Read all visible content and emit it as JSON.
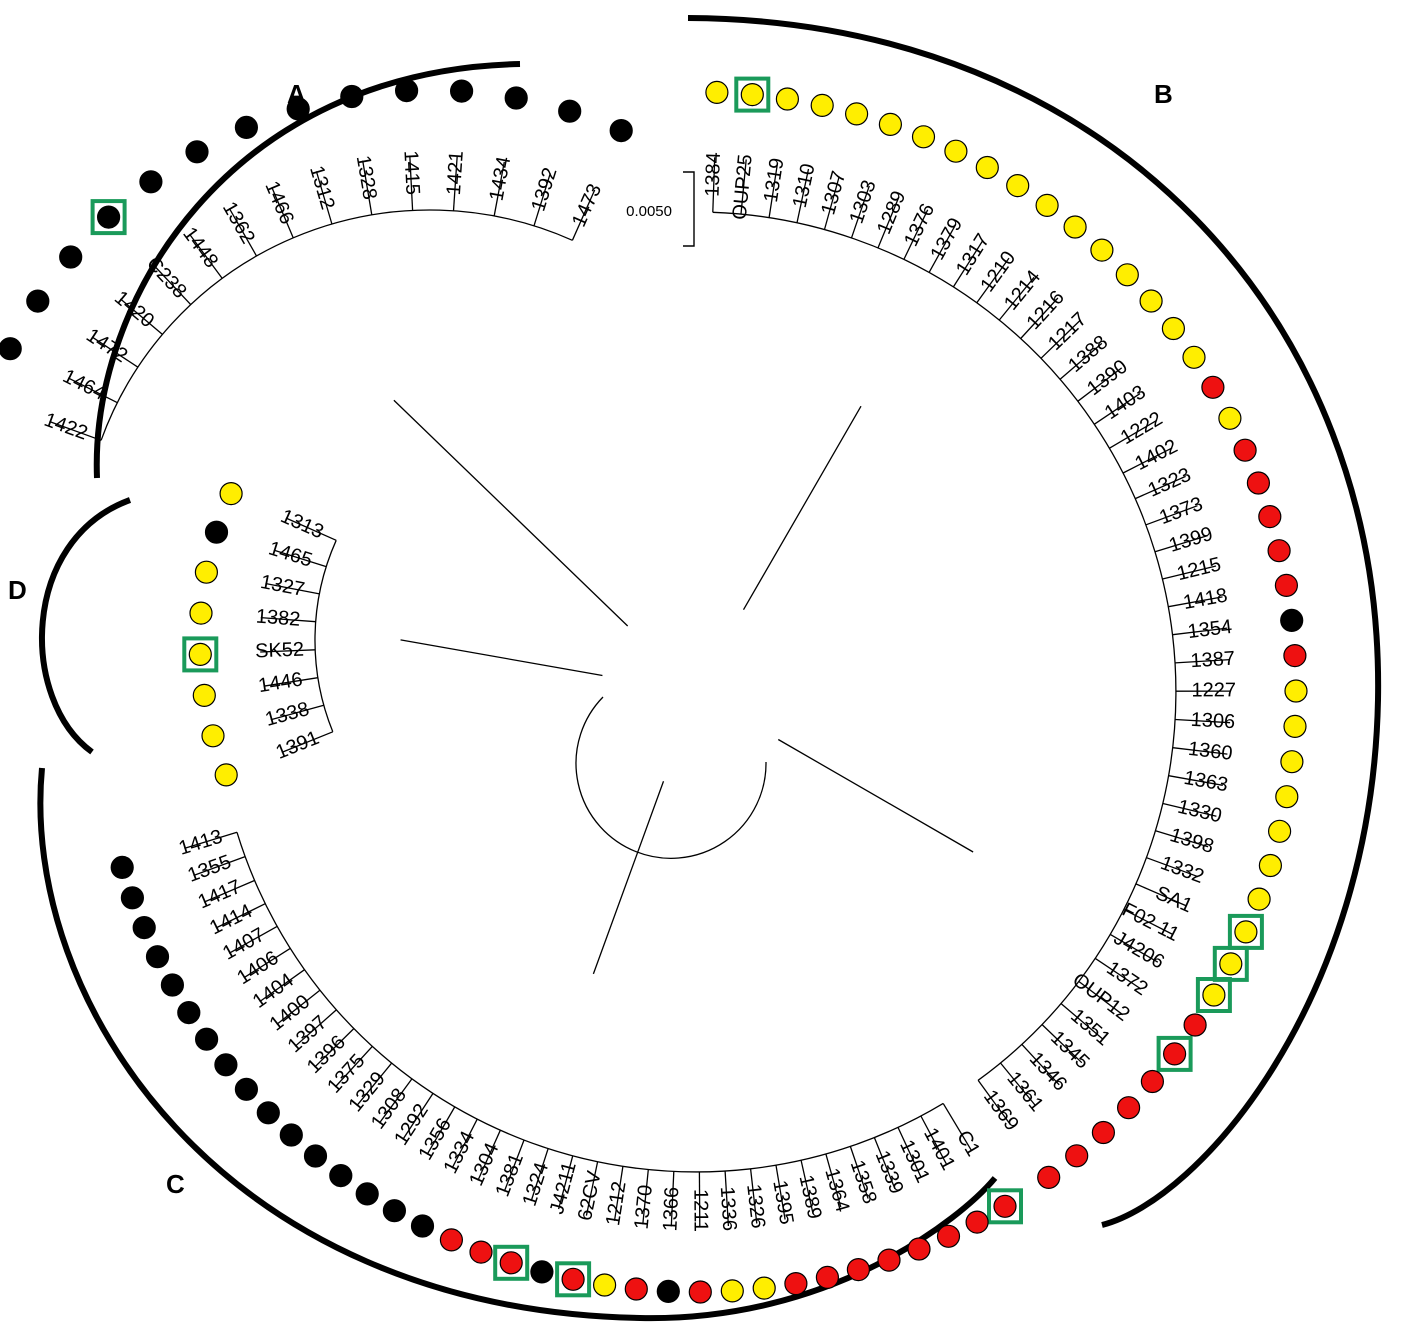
{
  "colors": {
    "yellow": "#ffee00",
    "red": "#ee1111",
    "black": "#000000",
    "box": "#1a9a5a"
  },
  "scale_bar": {
    "label": "0.0050"
  },
  "clades": [
    {
      "id": "A",
      "label": "A"
    },
    {
      "id": "B",
      "label": "B"
    },
    {
      "id": "C",
      "label": "C"
    },
    {
      "id": "D",
      "label": "D"
    }
  ],
  "leaves": [
    {
      "name": "1473",
      "color": "black",
      "clade": "A"
    },
    {
      "name": "1392",
      "color": "black",
      "clade": "A"
    },
    {
      "name": "1434",
      "color": "black",
      "clade": "A"
    },
    {
      "name": "1421",
      "color": "black",
      "clade": "A"
    },
    {
      "name": "1415",
      "color": "black",
      "clade": "A"
    },
    {
      "name": "1328",
      "color": "black",
      "clade": "A"
    },
    {
      "name": "1312",
      "color": "black",
      "clade": "A"
    },
    {
      "name": "1466",
      "color": "black",
      "clade": "A"
    },
    {
      "name": "1362",
      "color": "black",
      "clade": "A"
    },
    {
      "name": "1448",
      "color": "black",
      "clade": "A"
    },
    {
      "name": "C238",
      "color": "black",
      "clade": "A",
      "boxed": true
    },
    {
      "name": "1420",
      "color": "black",
      "clade": "A"
    },
    {
      "name": "1472",
      "color": "black",
      "clade": "A"
    },
    {
      "name": "1464",
      "color": "black",
      "clade": "A"
    },
    {
      "name": "1422",
      "color": "black",
      "clade": "A"
    },
    {
      "name": "1384",
      "color": "yellow",
      "clade": "B"
    },
    {
      "name": "OUP25",
      "color": "yellow",
      "clade": "B",
      "boxed": true
    },
    {
      "name": "1319",
      "color": "yellow",
      "clade": "B"
    },
    {
      "name": "1310",
      "color": "yellow",
      "clade": "B"
    },
    {
      "name": "1307",
      "color": "yellow",
      "clade": "B"
    },
    {
      "name": "1303",
      "color": "yellow",
      "clade": "B"
    },
    {
      "name": "1289",
      "color": "yellow",
      "clade": "B"
    },
    {
      "name": "1376",
      "color": "yellow",
      "clade": "B"
    },
    {
      "name": "1379",
      "color": "yellow",
      "clade": "B"
    },
    {
      "name": "1317",
      "color": "yellow",
      "clade": "B"
    },
    {
      "name": "1210",
      "color": "yellow",
      "clade": "B"
    },
    {
      "name": "1214",
      "color": "yellow",
      "clade": "B"
    },
    {
      "name": "1216",
      "color": "yellow",
      "clade": "B"
    },
    {
      "name": "1217",
      "color": "yellow",
      "clade": "B"
    },
    {
      "name": "1388",
      "color": "yellow",
      "clade": "B"
    },
    {
      "name": "1390",
      "color": "yellow",
      "clade": "B"
    },
    {
      "name": "1403",
      "color": "yellow",
      "clade": "B"
    },
    {
      "name": "1222",
      "color": "red",
      "clade": "B"
    },
    {
      "name": "1402",
      "color": "yellow",
      "clade": "B"
    },
    {
      "name": "1323",
      "color": "red",
      "clade": "B"
    },
    {
      "name": "1373",
      "color": "red",
      "clade": "B"
    },
    {
      "name": "1399",
      "color": "red",
      "clade": "B"
    },
    {
      "name": "1215",
      "color": "red",
      "clade": "B"
    },
    {
      "name": "1418",
      "color": "red",
      "clade": "B"
    },
    {
      "name": "1354",
      "color": "black",
      "clade": "B"
    },
    {
      "name": "1387",
      "color": "red",
      "clade": "B"
    },
    {
      "name": "1227",
      "color": "yellow",
      "clade": "B"
    },
    {
      "name": "1306",
      "color": "yellow",
      "clade": "B"
    },
    {
      "name": "1360",
      "color": "yellow",
      "clade": "B"
    },
    {
      "name": "1363",
      "color": "yellow",
      "clade": "B"
    },
    {
      "name": "1330",
      "color": "yellow",
      "clade": "B"
    },
    {
      "name": "1398",
      "color": "yellow",
      "clade": "B"
    },
    {
      "name": "1332",
      "color": "yellow",
      "clade": "B"
    },
    {
      "name": "SA1",
      "color": "yellow",
      "clade": "B",
      "boxed": true
    },
    {
      "name": "F02 11",
      "color": "yellow",
      "clade": "B",
      "boxed": true
    },
    {
      "name": "J4206",
      "color": "yellow",
      "clade": "B",
      "boxed": true
    },
    {
      "name": "1372",
      "color": "red",
      "clade": "B"
    },
    {
      "name": "OUP12",
      "color": "red",
      "clade": "B",
      "boxed": true
    },
    {
      "name": "1351",
      "color": "red",
      "clade": "B"
    },
    {
      "name": "1345",
      "color": "red",
      "clade": "B"
    },
    {
      "name": "1346",
      "color": "red",
      "clade": "B"
    },
    {
      "name": "1361",
      "color": "red",
      "clade": "B"
    },
    {
      "name": "1369",
      "color": "red",
      "clade": "B"
    },
    {
      "name": "C1",
      "color": "red",
      "clade": "C",
      "boxed": true
    },
    {
      "name": "1401",
      "color": "red",
      "clade": "C"
    },
    {
      "name": "1301",
      "color": "red",
      "clade": "C"
    },
    {
      "name": "1339",
      "color": "red",
      "clade": "C"
    },
    {
      "name": "1358",
      "color": "red",
      "clade": "C"
    },
    {
      "name": "1364",
      "color": "red",
      "clade": "C"
    },
    {
      "name": "1389",
      "color": "red",
      "clade": "C"
    },
    {
      "name": "1395",
      "color": "red",
      "clade": "C"
    },
    {
      "name": "1326",
      "color": "yellow",
      "clade": "C"
    },
    {
      "name": "1336",
      "color": "yellow",
      "clade": "C"
    },
    {
      "name": "1211",
      "color": "red",
      "clade": "C"
    },
    {
      "name": "1366",
      "color": "black",
      "clade": "C"
    },
    {
      "name": "1370",
      "color": "red",
      "clade": "C"
    },
    {
      "name": "1212",
      "color": "yellow",
      "clade": "C"
    },
    {
      "name": "62CV",
      "color": "red",
      "clade": "C",
      "boxed": true
    },
    {
      "name": "J4211",
      "color": "black",
      "clade": "C"
    },
    {
      "name": "1324",
      "color": "red",
      "clade": "C",
      "boxed": true
    },
    {
      "name": "1381",
      "color": "red",
      "clade": "C"
    },
    {
      "name": "1304",
      "color": "red",
      "clade": "C"
    },
    {
      "name": "1334",
      "color": "black",
      "clade": "C"
    },
    {
      "name": "1356",
      "color": "black",
      "clade": "C"
    },
    {
      "name": "1292",
      "color": "black",
      "clade": "C"
    },
    {
      "name": "1308",
      "color": "black",
      "clade": "C"
    },
    {
      "name": "1329",
      "color": "black",
      "clade": "C"
    },
    {
      "name": "1375",
      "color": "black",
      "clade": "C"
    },
    {
      "name": "1396",
      "color": "black",
      "clade": "C"
    },
    {
      "name": "1397",
      "color": "black",
      "clade": "C"
    },
    {
      "name": "1400",
      "color": "black",
      "clade": "C"
    },
    {
      "name": "1404",
      "color": "black",
      "clade": "C"
    },
    {
      "name": "1406",
      "color": "black",
      "clade": "C"
    },
    {
      "name": "1407",
      "color": "black",
      "clade": "C"
    },
    {
      "name": "1414",
      "color": "black",
      "clade": "C"
    },
    {
      "name": "1417",
      "color": "black",
      "clade": "C"
    },
    {
      "name": "1355",
      "color": "black",
      "clade": "C"
    },
    {
      "name": "1413",
      "color": "black",
      "clade": "C"
    },
    {
      "name": "1313",
      "color": "yellow",
      "clade": "D"
    },
    {
      "name": "1465",
      "color": "black",
      "clade": "D"
    },
    {
      "name": "1327",
      "color": "yellow",
      "clade": "D"
    },
    {
      "name": "1382",
      "color": "yellow",
      "clade": "D"
    },
    {
      "name": "SK52",
      "color": "yellow",
      "clade": "D",
      "boxed": true
    },
    {
      "name": "1446",
      "color": "yellow",
      "clade": "D"
    },
    {
      "name": "1338",
      "color": "yellow",
      "clade": "D"
    },
    {
      "name": "1391",
      "color": "yellow",
      "clade": "D"
    }
  ]
}
